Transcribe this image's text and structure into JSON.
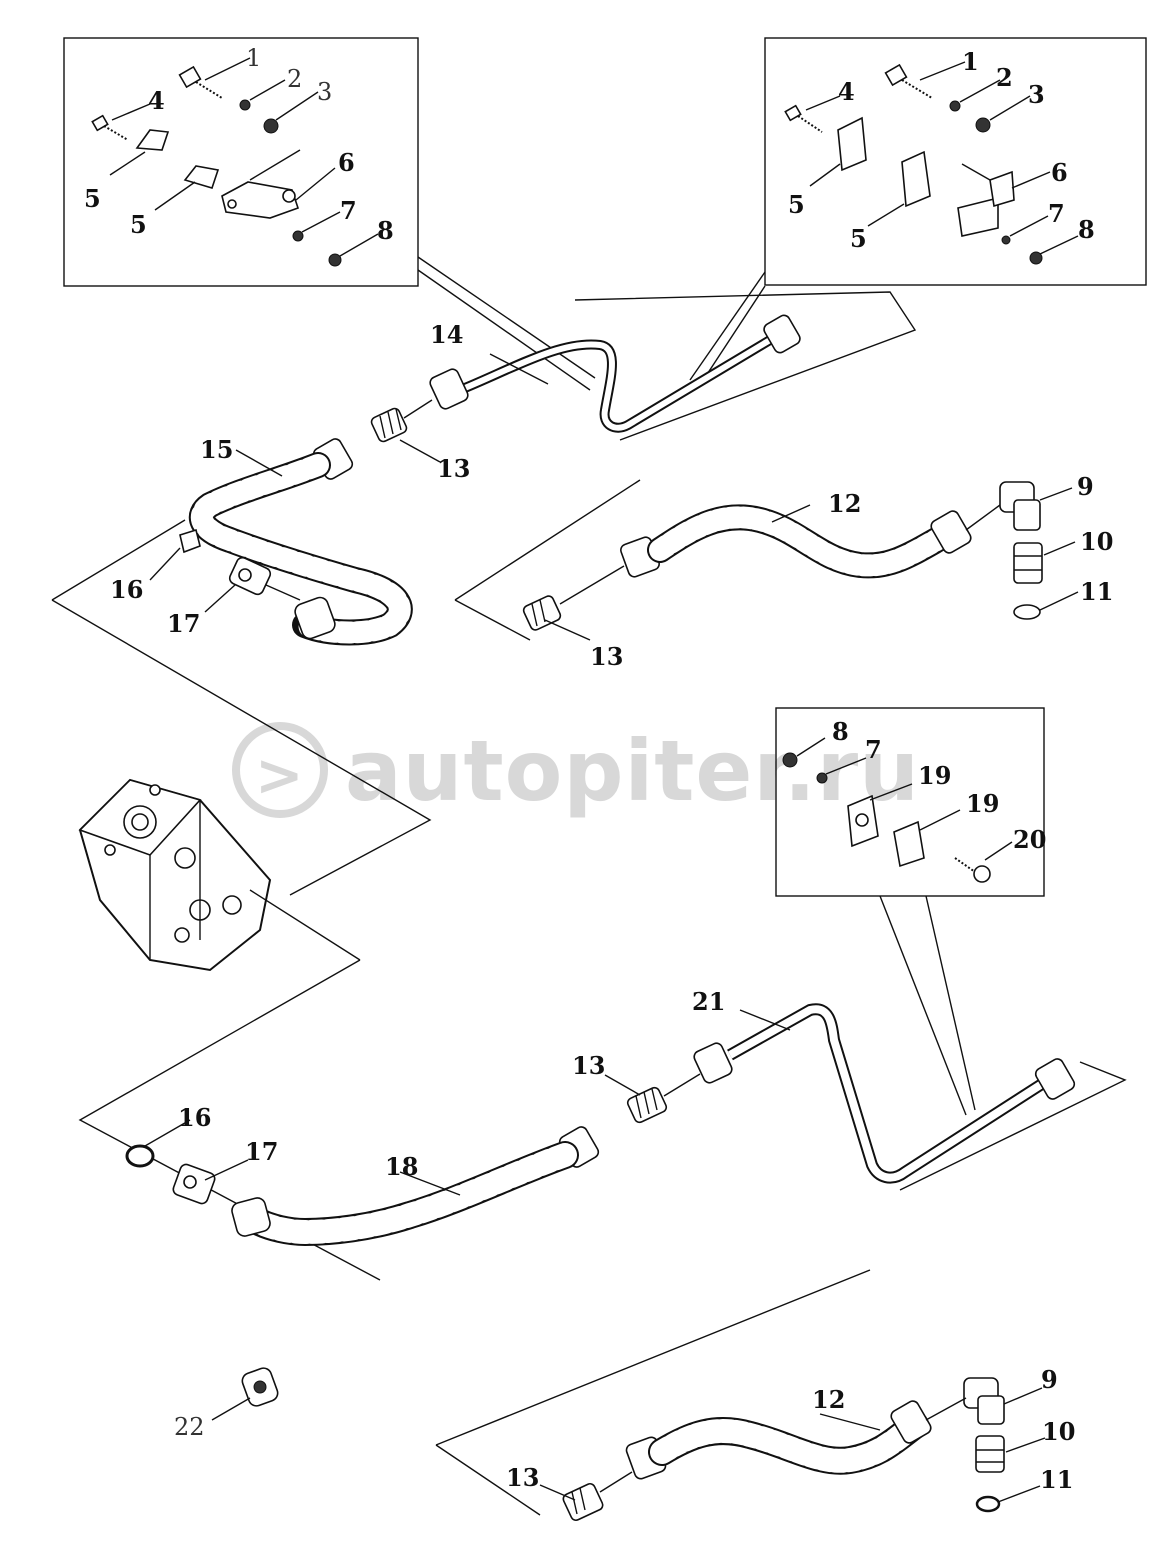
{
  "watermark": {
    "text": "autopiter.ru"
  },
  "callouts": {
    "c1a": "1",
    "c2a": "2",
    "c3a": "3",
    "c4a": "4",
    "c5a": "5",
    "c5b": "5",
    "c6a": "6",
    "c7a": "7",
    "c8a": "8",
    "c1b": "1",
    "c2b": "2",
    "c3b": "3",
    "c4b": "4",
    "c5c": "5",
    "c5d": "5",
    "c6b": "6",
    "c7b": "7",
    "c8b": "8",
    "c14": "14",
    "c13a": "13",
    "c15": "15",
    "c16a": "16",
    "c17a": "17",
    "c12a": "12",
    "c9a": "9",
    "c10a": "10",
    "c11a": "11",
    "c13b": "13",
    "c8c": "8",
    "c7c": "7",
    "c19a": "19",
    "c19b": "19",
    "c20": "20",
    "c21": "21",
    "c13c": "13",
    "c16b": "16",
    "c17b": "17",
    "c18": "18",
    "c22": "22",
    "c12b": "12",
    "c9b": "9",
    "c10b": "10",
    "c11b": "11",
    "c13d": "13"
  }
}
